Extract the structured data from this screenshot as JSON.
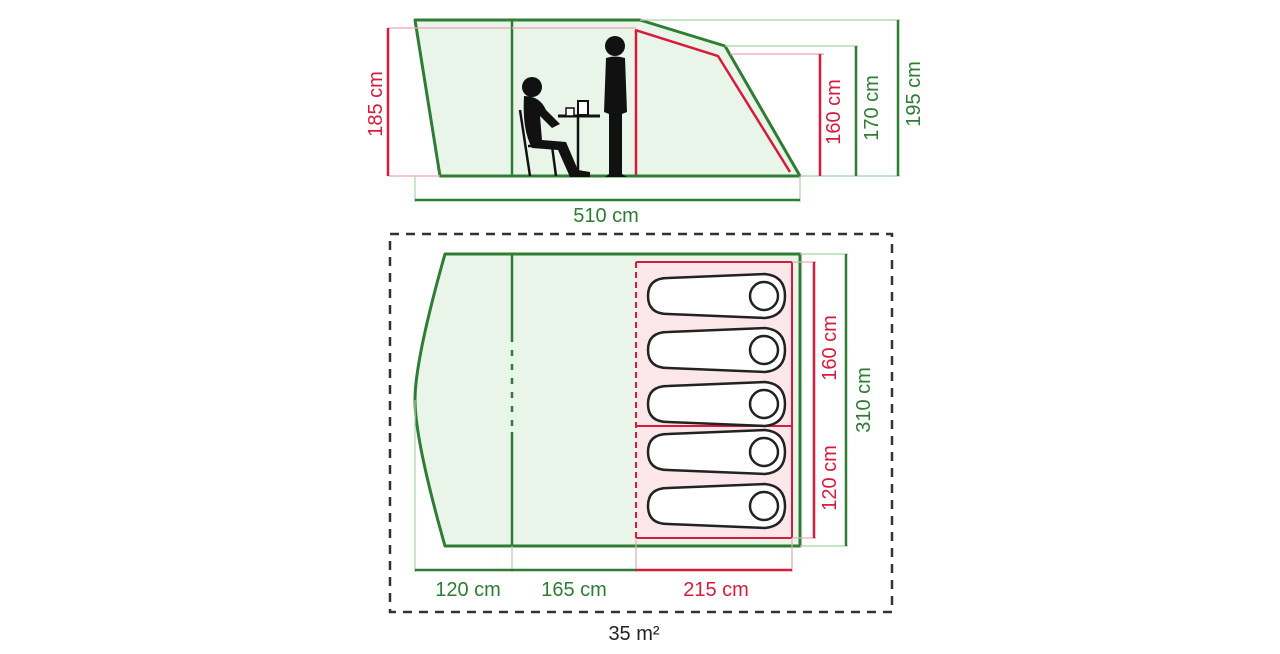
{
  "colors": {
    "tent_outline": "#2e7d32",
    "tent_fill": "#eaf5ea",
    "bedroom_outline": "#d81b3c",
    "bedroom_fill": "#fbe6ea",
    "sleeping_bag": "#222222",
    "person": "#111111",
    "footprint_border": "#333333"
  },
  "side_view": {
    "heights": {
      "front": "185 cm",
      "bedroom": "160 cm",
      "rear": "170 cm",
      "max": "195 cm"
    },
    "length": "510 cm"
  },
  "floor_plan": {
    "widths": {
      "bedroom_upper": "160 cm",
      "bedroom_lower": "120 cm",
      "total": "310 cm"
    },
    "lengths": {
      "porch": "120 cm",
      "living": "165 cm",
      "bedroom": "215 cm"
    },
    "sleeping_bags": 5,
    "area": "35 m²"
  }
}
